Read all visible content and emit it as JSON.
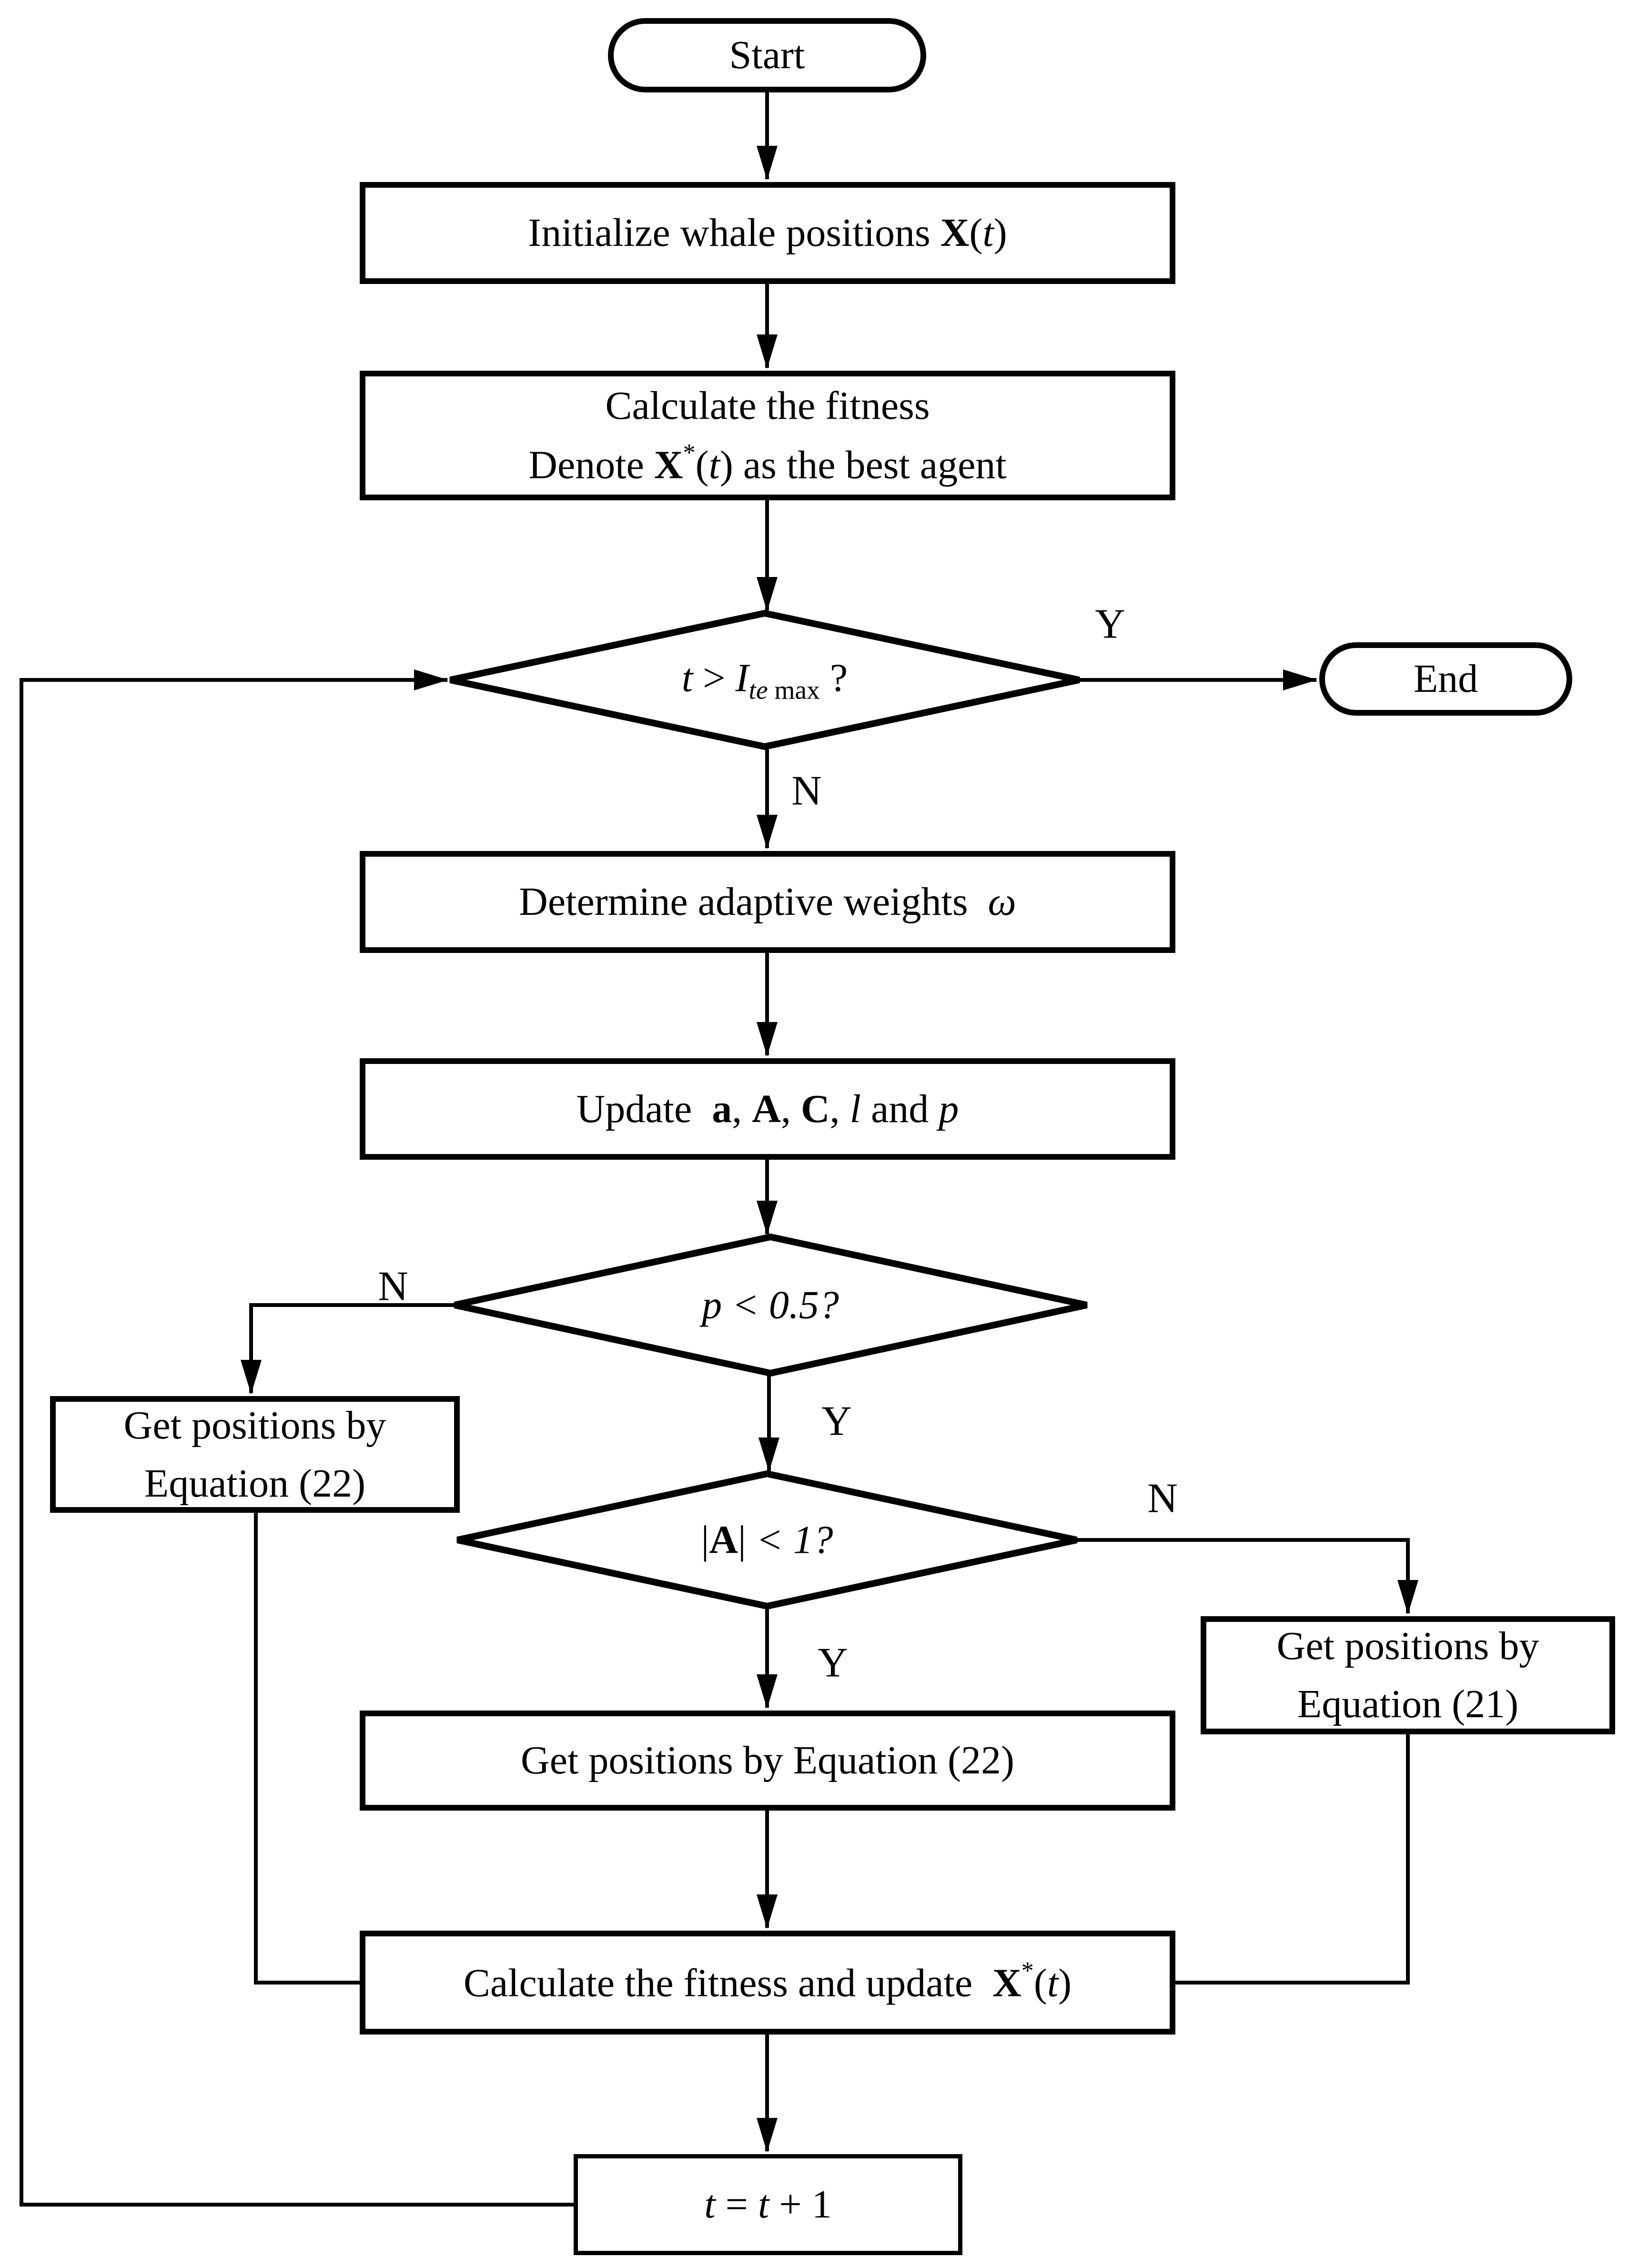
{
  "figure": {
    "background_color": "#ffffff",
    "line_color": "#000000",
    "description": "Flowchart of whale optimization algorithm iteration loop"
  },
  "nodes": {
    "start": {
      "type": "terminator",
      "label": "Start"
    },
    "init": {
      "type": "process",
      "rich": [
        {
          "t": "Initialize whale positions "
        },
        {
          "t": "X",
          "s": "b"
        },
        {
          "t": "("
        },
        {
          "t": "t",
          "s": "i"
        },
        {
          "t": ")"
        }
      ]
    },
    "fitness": {
      "type": "process",
      "lines": [
        [
          {
            "t": "Calculate the fitness"
          }
        ],
        [
          {
            "t": "Denote "
          },
          {
            "t": "X",
            "s": "b"
          },
          {
            "t": "*",
            "s": "sup"
          },
          {
            "t": "("
          },
          {
            "t": "t",
            "s": "i"
          },
          {
            "t": ") as the best agent"
          }
        ]
      ]
    },
    "iter_check": {
      "type": "decision",
      "rich": [
        {
          "t": "t",
          "s": "i"
        },
        {
          "t": " > "
        },
        {
          "t": "I",
          "s": "i"
        },
        {
          "t": "te",
          "s": "isub"
        },
        {
          "t": " max",
          "s": "sub"
        },
        {
          "t": " ?"
        }
      ]
    },
    "end": {
      "type": "terminator",
      "label": "End"
    },
    "weights": {
      "type": "process",
      "rich": [
        {
          "t": "Determine adaptive weights  "
        },
        {
          "t": "ω",
          "s": "i"
        }
      ]
    },
    "update_params": {
      "type": "process",
      "rich": [
        {
          "t": "Update  "
        },
        {
          "t": "a",
          "s": "b"
        },
        {
          "t": ", "
        },
        {
          "t": "A",
          "s": "b"
        },
        {
          "t": ", "
        },
        {
          "t": "C",
          "s": "b"
        },
        {
          "t": ", "
        },
        {
          "t": "l",
          "s": "i"
        },
        {
          "t": " and "
        },
        {
          "t": "p",
          "s": "i"
        }
      ]
    },
    "p_check": {
      "type": "decision",
      "rich": [
        {
          "t": "p",
          "s": "i"
        },
        {
          "t": " < 0.5?",
          "s": "i"
        }
      ]
    },
    "eq22_branch": {
      "type": "process",
      "lines": [
        [
          {
            "t": "Get positions by"
          }
        ],
        [
          {
            "t": "Equation (22)"
          }
        ]
      ]
    },
    "a_check": {
      "type": "decision",
      "rich": [
        {
          "t": "|"
        },
        {
          "t": "A",
          "s": "b"
        },
        {
          "t": "|"
        },
        {
          "t": " < 1?",
          "s": "i"
        }
      ]
    },
    "eq21_branch": {
      "type": "process",
      "lines": [
        [
          {
            "t": "Get positions by"
          }
        ],
        [
          {
            "t": "Equation (21)"
          }
        ]
      ]
    },
    "eq22_main": {
      "type": "process",
      "rich": [
        {
          "t": "Get positions by Equation (22)"
        }
      ]
    },
    "calc_update": {
      "type": "process",
      "rich": [
        {
          "t": "Calculate the fitness and update  "
        },
        {
          "t": "X",
          "s": "b"
        },
        {
          "t": "*",
          "s": "sup"
        },
        {
          "t": "("
        },
        {
          "t": "t",
          "s": "i"
        },
        {
          "t": ")"
        }
      ]
    },
    "increment": {
      "type": "process",
      "rich": [
        {
          "t": "t",
          "s": "i"
        },
        {
          "t": " = "
        },
        {
          "t": "t",
          "s": "i"
        },
        {
          "t": " + 1"
        }
      ]
    }
  },
  "branch_labels": {
    "iter_yes": "Y",
    "iter_no": "N",
    "p_no": "N",
    "p_yes": "Y",
    "a_no": "N",
    "a_yes": "Y"
  }
}
